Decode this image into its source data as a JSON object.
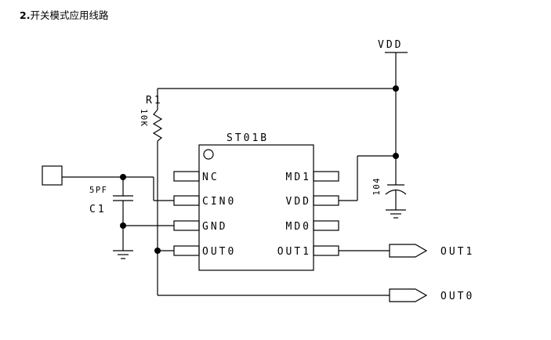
{
  "heading": {
    "number": "2.",
    "title": "开关模式应用线路"
  },
  "labels": {
    "vdd_top": "VDD",
    "r_ref": "R1",
    "r_value": "10K",
    "chip_name": "ST01B",
    "cap_value": "5PF",
    "cap_ref": "C1",
    "cap2_value": "104",
    "pin_nc": "NC",
    "pin_cin0": "CIN0",
    "pin_gnd": "GND",
    "pin_out0": "OUT0",
    "pin_md1": "MD1",
    "pin_vdd": "VDD",
    "pin_md0": "MD0",
    "pin_out1": "OUT1",
    "out1": "OUT1",
    "out0": "OUT0"
  }
}
